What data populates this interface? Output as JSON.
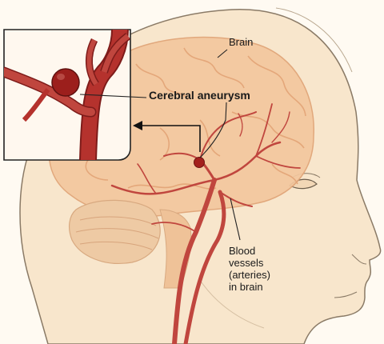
{
  "labels": {
    "brain": "Brain",
    "aneurysm": "Cerebral aneurysm",
    "vessels_line1": "Blood",
    "vessels_line2": "vessels",
    "vessels_line3": "(arteries)",
    "vessels_line4": "in brain"
  },
  "colors": {
    "background": "#fffaf2",
    "skin": "#f8e6cc",
    "skin_outline": "#8a7a66",
    "brain": "#f3c79e",
    "brain_line": "#e4a77a",
    "cerebellum": "#eecaa4",
    "artery": "#b5322d",
    "artery_dark": "#7e1c1a",
    "inset_bg": "#fff8ef",
    "inset_border": "#222222"
  }
}
